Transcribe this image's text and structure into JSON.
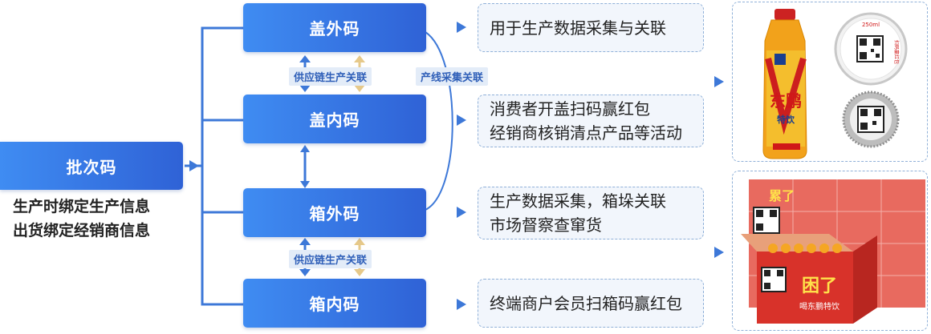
{
  "batch": {
    "label": "批次码",
    "desc_lines": [
      "生产时绑定生产信息",
      "出货绑定经销商信息"
    ]
  },
  "codes": [
    {
      "label": "盖外码"
    },
    {
      "label": "盖内码"
    },
    {
      "label": "箱外码"
    },
    {
      "label": "箱内码"
    }
  ],
  "tags": {
    "supply_chain_top": "供应链生产关联",
    "supply_chain_bottom": "供应链生产关联",
    "production_line": "产线采集关联"
  },
  "descriptions": [
    {
      "lines": [
        "用于生产数据采集与关联"
      ]
    },
    {
      "lines": [
        "消费者开盖扫码赢红包",
        "经销商核销清点产品等活动"
      ]
    },
    {
      "lines": [
        "生产数据采集，箱垛关联",
        "市场督察查窜货"
      ]
    },
    {
      "lines": [
        "终端商户会员扫箱码赢红包"
      ]
    }
  ],
  "images": {
    "bottle": {
      "brand_line1": "东鹏",
      "brand_line2": "特饮",
      "cap_ring_text_1": "250ml",
      "cap_ring_text_2": "扫码赢红包"
    },
    "carton": {
      "brand": "困了",
      "tagline": "喝东鹏特饮",
      "stack_text": "累了"
    }
  },
  "colors": {
    "code_box_start": "#3f8cf2",
    "code_box_end": "#2f62d6",
    "connector": "#3d78d8",
    "up_arrow_tan": "#e6c98a",
    "dashed_border": "#8fb0d8"
  }
}
